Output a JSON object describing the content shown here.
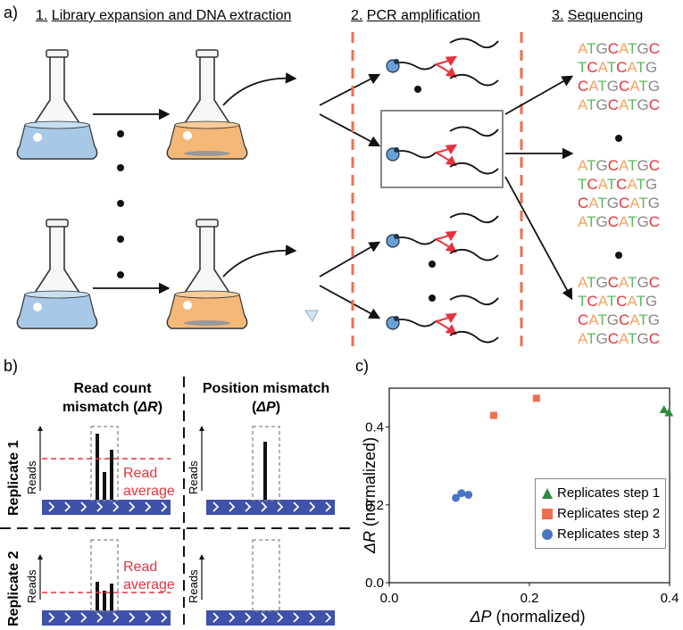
{
  "panels": {
    "a": {
      "label": "a)",
      "steps": [
        {
          "num": "1.",
          "title": "Library expansion and DNA extraction"
        },
        {
          "num": "2.",
          "title": "PCR amplification"
        },
        {
          "num": "3.",
          "title": "Sequencing"
        }
      ],
      "sequences": [
        [
          "ATGCATGC",
          "TCATCATG",
          "CATGCATG",
          "ATGCATGC"
        ],
        [
          "ATGCATGC",
          "TCATCATG",
          "CATGCATG",
          "ATGCATGC"
        ],
        [
          "ATGCATGC",
          "TCATCATG",
          "CATGCATG",
          "ATGCATGC"
        ]
      ],
      "base_colors": {
        "A": "#f4a460",
        "T": "#5cb85c",
        "G": "#888888",
        "C": "#e8323c"
      }
    },
    "b": {
      "label": "b)",
      "col1_title_l1": "Read count",
      "col1_title_l2a": "mismatch (",
      "col1_title_sym": "ΔR",
      "col1_title_l2b": ")",
      "col2_title_l1": "Position mismatch",
      "col2_title_l2a": "(",
      "col2_title_sym": "ΔP",
      "col2_title_l2b": ")",
      "row1": "Replicate 1",
      "row2": "Replicate 2",
      "reads_label": "Reads",
      "avg_l1": "Read",
      "avg_l2": "average",
      "accent": "#e8323c",
      "track_color": "#3f51a8"
    },
    "c": {
      "label": "c)"
    }
  },
  "chart_data": {
    "type": "scatter",
    "xlabel_sym": "ΔP",
    "xlabel_rest": " (normalized)",
    "ylabel_sym": "ΔR",
    "ylabel_rest": " (normalized)",
    "xlim": [
      0.0,
      0.4
    ],
    "ylim": [
      0.0,
      0.5
    ],
    "xticks": [
      "0.0",
      "0.2",
      "0.4"
    ],
    "yticks": [
      "0.0",
      "0.2",
      "0.4"
    ],
    "legend_position": "bottom-right",
    "series": [
      {
        "name": "Replicates step 1",
        "marker": "triangle",
        "color": "#2e8b3e",
        "points": [
          [
            0.392,
            0.445
          ],
          [
            0.399,
            0.437
          ]
        ]
      },
      {
        "name": "Replicates step 2",
        "marker": "square",
        "color": "#ee6f4f",
        "points": [
          [
            0.149,
            0.43
          ],
          [
            0.21,
            0.474
          ]
        ]
      },
      {
        "name": "Replicates step 3",
        "marker": "circle",
        "color": "#4a74c4",
        "points": [
          [
            0.095,
            0.218
          ],
          [
            0.103,
            0.23
          ],
          [
            0.113,
            0.226
          ]
        ]
      }
    ]
  }
}
